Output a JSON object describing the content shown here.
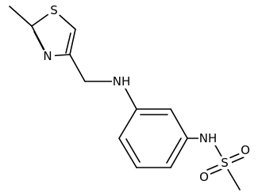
{
  "atoms": {
    "s_thiazole": "S",
    "n_thiazole": "N",
    "nh_amine": "NH",
    "nh_sulfonamide": "NH",
    "s_sulfonyl": "S",
    "o_sulfonyl_1": "O",
    "o_sulfonyl_2": "O"
  }
}
